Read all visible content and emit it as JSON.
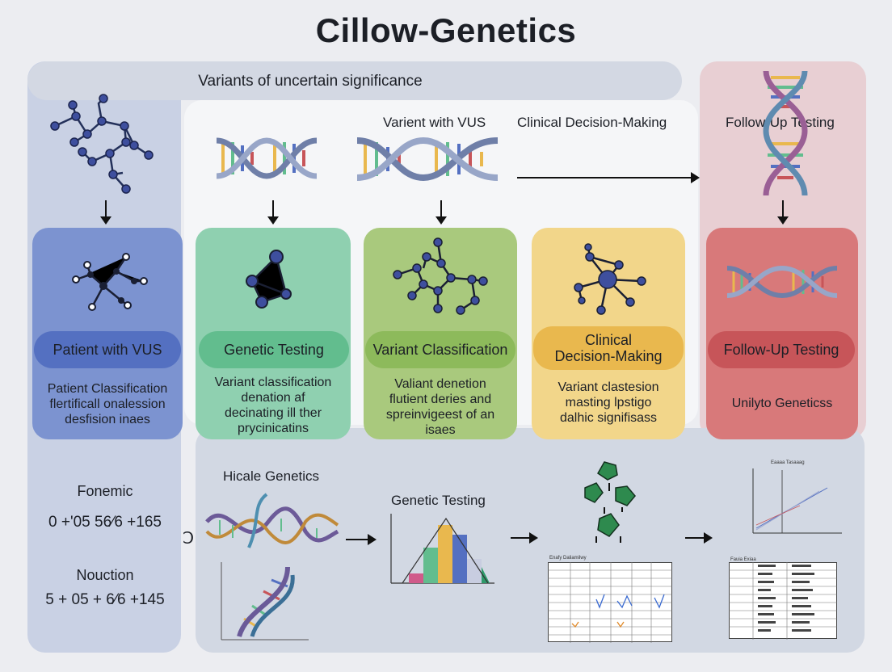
{
  "title": "Cillow-Genetics",
  "banner": "Variants of uncertain significance",
  "top_labels": {
    "variant_vus": "Varient with VUS",
    "clinical": "Clinical Decision-Making",
    "followup": "Follow-Up Testing"
  },
  "cards": [
    {
      "pill": "Patient with VUS",
      "desc": [
        "Patient Classification",
        "flertificall onalession",
        "desfision inaes"
      ]
    },
    {
      "pill": "Genetic Testing",
      "desc": [
        "Variant classification",
        "denation af",
        "decinating ill ther",
        "prycinicatins"
      ]
    },
    {
      "pill": "Variant Classification",
      "desc": [
        "Valiant denetion",
        "flutient deries and",
        "spreinvigeest of an",
        "isaes"
      ]
    },
    {
      "pill_line1": "Clinical",
      "pill_line2": "Decision-Making",
      "desc": [
        "Variant clastesion",
        "masting lpstigo",
        "dalhic signifisass"
      ]
    },
    {
      "pill": "Follow-Up Testing",
      "desc": [
        "Unilyto Geneticss"
      ]
    }
  ],
  "bottom": {
    "fonemic_label": "Fonemic",
    "fonemic_formula": "0 +'05 56⁄6 +165",
    "nouction_label": "Nouction",
    "nouction_formula": "5 + 05 + 6⁄6 +145",
    "side_glyph": "Ↄ",
    "hicale_label": "Hicale Genetics",
    "genetic_testing_label": "Genetic Testing",
    "table1_title": "Enafy Daliamilwy",
    "table2_title": "Fauia Exiaa",
    "chart_title": "Eaaaa Tasaaag"
  },
  "colors": {
    "blue_card": "#7c93d0",
    "blue_pill": "#5470c1",
    "green_card": "#8fd0b0",
    "green_pill": "#62bd8e",
    "olive_card": "#a9c97d",
    "olive_pill": "#8dba5b",
    "yellow_card": "#f2d68a",
    "yellow_pill": "#e9b84e",
    "red_card": "#d8797a",
    "red_pill": "#c75559"
  }
}
